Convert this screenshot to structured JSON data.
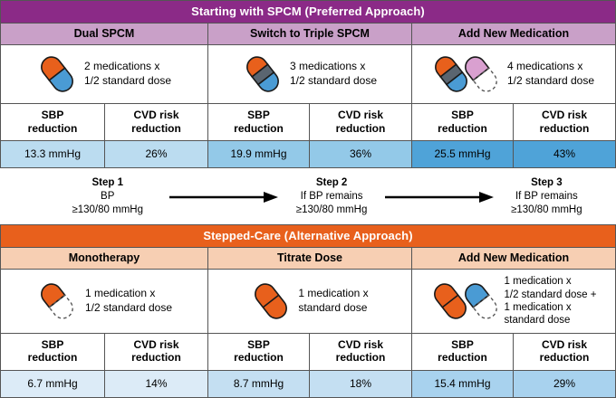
{
  "top_panel": {
    "title": "Starting with SPCM (Preferred Approach)",
    "accent": "#8B2A87",
    "subhead_bg": "#C9A0C8",
    "columns": [
      {
        "label": "Dual SPCM",
        "pill_icon": "dual-capsule-orange-blue",
        "description": "2 medications x\n1/2 standard dose",
        "metrics": [
          {
            "label": "SBP\nreduction",
            "value": "13.3 mmHg",
            "fill": "#BBDCF0"
          },
          {
            "label": "CVD risk\nreduction",
            "value": "26%",
            "fill": "#BBDCF0"
          }
        ]
      },
      {
        "label": "Switch to Triple SPCM",
        "pill_icon": "triple-capsule-orange-gray-blue",
        "description": "3 medications x\n1/2 standard dose",
        "metrics": [
          {
            "label": "SBP\nreduction",
            "value": "19.9 mmHg",
            "fill": "#93C9E8"
          },
          {
            "label": "CVD risk\nreduction",
            "value": "36%",
            "fill": "#93C9E8"
          }
        ]
      },
      {
        "label": "Add New Medication",
        "pill_icon": "triple-capsule-plus-pink-half-capsule",
        "description": "4 medications x\n1/2 standard dose",
        "metrics": [
          {
            "label": "SBP\nreduction",
            "value": "25.5 mmHg",
            "fill": "#4FA3D8"
          },
          {
            "label": "CVD risk\nreduction",
            "value": "43%",
            "fill": "#4FA3D8"
          }
        ]
      }
    ]
  },
  "steps": [
    {
      "title": "Step 1",
      "detail": "BP\n≥130/80 mmHg"
    },
    {
      "title": "Step 2",
      "detail": "If BP remains\n≥130/80 mmHg"
    },
    {
      "title": "Step 3",
      "detail": "If BP remains\n≥130/80 mmHg"
    }
  ],
  "arrows": [
    {
      "name": "arrow-step1-to-step2"
    },
    {
      "name": "arrow-step2-to-step3"
    }
  ],
  "bottom_panel": {
    "title": "Stepped-Care (Alternative Approach)",
    "accent": "#E8601C",
    "subhead_bg": "#F7CFB3",
    "columns": [
      {
        "label": "Monotherapy",
        "pill_icon": "orange-half-capsule-dashed",
        "description": "1 medication x\n1/2 standard dose",
        "metrics": [
          {
            "label": "SBP\nreduction",
            "value": "6.7 mmHg",
            "fill": "#DCEBF7"
          },
          {
            "label": "CVD risk\nreduction",
            "value": "14%",
            "fill": "#DCEBF7"
          }
        ]
      },
      {
        "label": "Titrate Dose",
        "pill_icon": "orange-full-capsule",
        "description": "1 medication x\nstandard dose",
        "metrics": [
          {
            "label": "SBP\nreduction",
            "value": "8.7 mmHg",
            "fill": "#C4DFF2"
          },
          {
            "label": "CVD risk\nreduction",
            "value": "18%",
            "fill": "#C4DFF2"
          }
        ]
      },
      {
        "label": "Add New Medication",
        "pill_icon": "orange-full-capsule-plus-blue-half-capsule-dashed",
        "description": "1 medication x\n1/2 standard dose +\n1 medication x\nstandard dose",
        "metrics": [
          {
            "label": "SBP\nreduction",
            "value": "15.4 mmHg",
            "fill": "#A8D2EE"
          },
          {
            "label": "CVD risk\nreduction",
            "value": "29%",
            "fill": "#A8D2EE"
          }
        ]
      }
    ]
  },
  "palette": {
    "capsule_orange": "#E8601C",
    "capsule_blue": "#4A9BD4",
    "capsule_gray": "#5A6570",
    "capsule_pink": "#D9A0D0",
    "outline": "#1a1a1a",
    "border": "#555555"
  }
}
